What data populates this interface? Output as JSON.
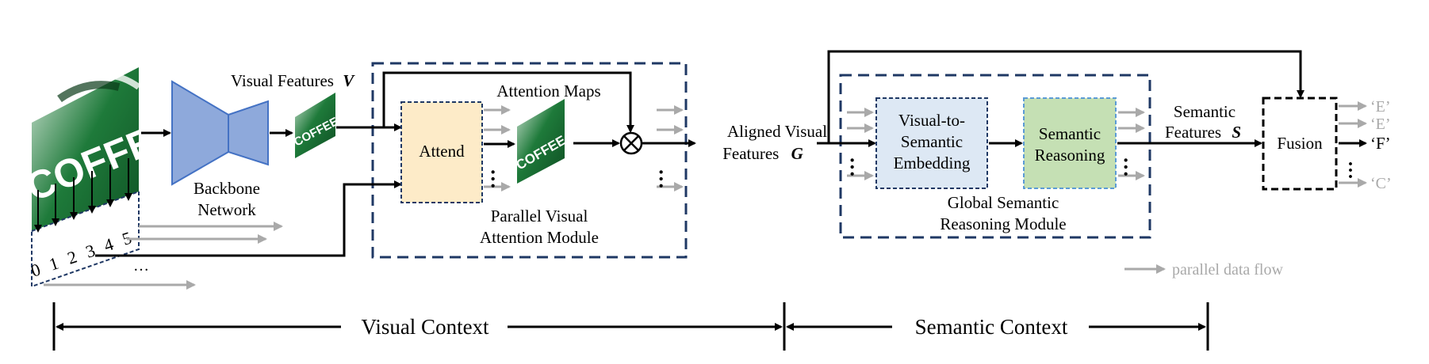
{
  "labels": {
    "visual_features": "Visual Features",
    "visual_features_symbol": "V",
    "attention_maps": "Attention Maps",
    "backbone_line1": "Backbone",
    "backbone_line2": "Network",
    "attend": "Attend",
    "pvam_line1": "Parallel Visual",
    "pvam_line2": "Attention Module",
    "aligned_line1": "Aligned Visual",
    "aligned_line2": "Features",
    "aligned_symbol": "G",
    "v2s_line1": "Visual-to-",
    "v2s_line2": "Semantic",
    "v2s_line3": "Embedding",
    "sr_line1": "Semantic",
    "sr_line2": "Reasoning",
    "gsrm_line1": "Global Semantic",
    "gsrm_line2": "Reasoning Module",
    "semantic_features_line1": "Semantic",
    "semantic_features_line2": "Features",
    "semantic_features_symbol": "S",
    "fusion": "Fusion",
    "outputs": [
      "‘E’",
      "‘E’",
      "‘F’",
      "‘C’"
    ],
    "parallel_data_flow": "parallel data flow",
    "visual_context": "Visual Context",
    "semantic_context": "Semantic Context",
    "reading_order": [
      "0",
      "1",
      "2",
      "3",
      "4",
      "5"
    ],
    "ellipsis": "…",
    "image_text": "COFFEE"
  },
  "colors": {
    "backbone_fill": "#8ea9db",
    "attend_fill": "#fdebc8",
    "v2s_fill": "#dde8f4",
    "sr_fill": "#c5e0b4",
    "dashed_module": "#1f3864",
    "gray_arrow": "#a9a9a9",
    "image_green": "#1e7a3a"
  }
}
